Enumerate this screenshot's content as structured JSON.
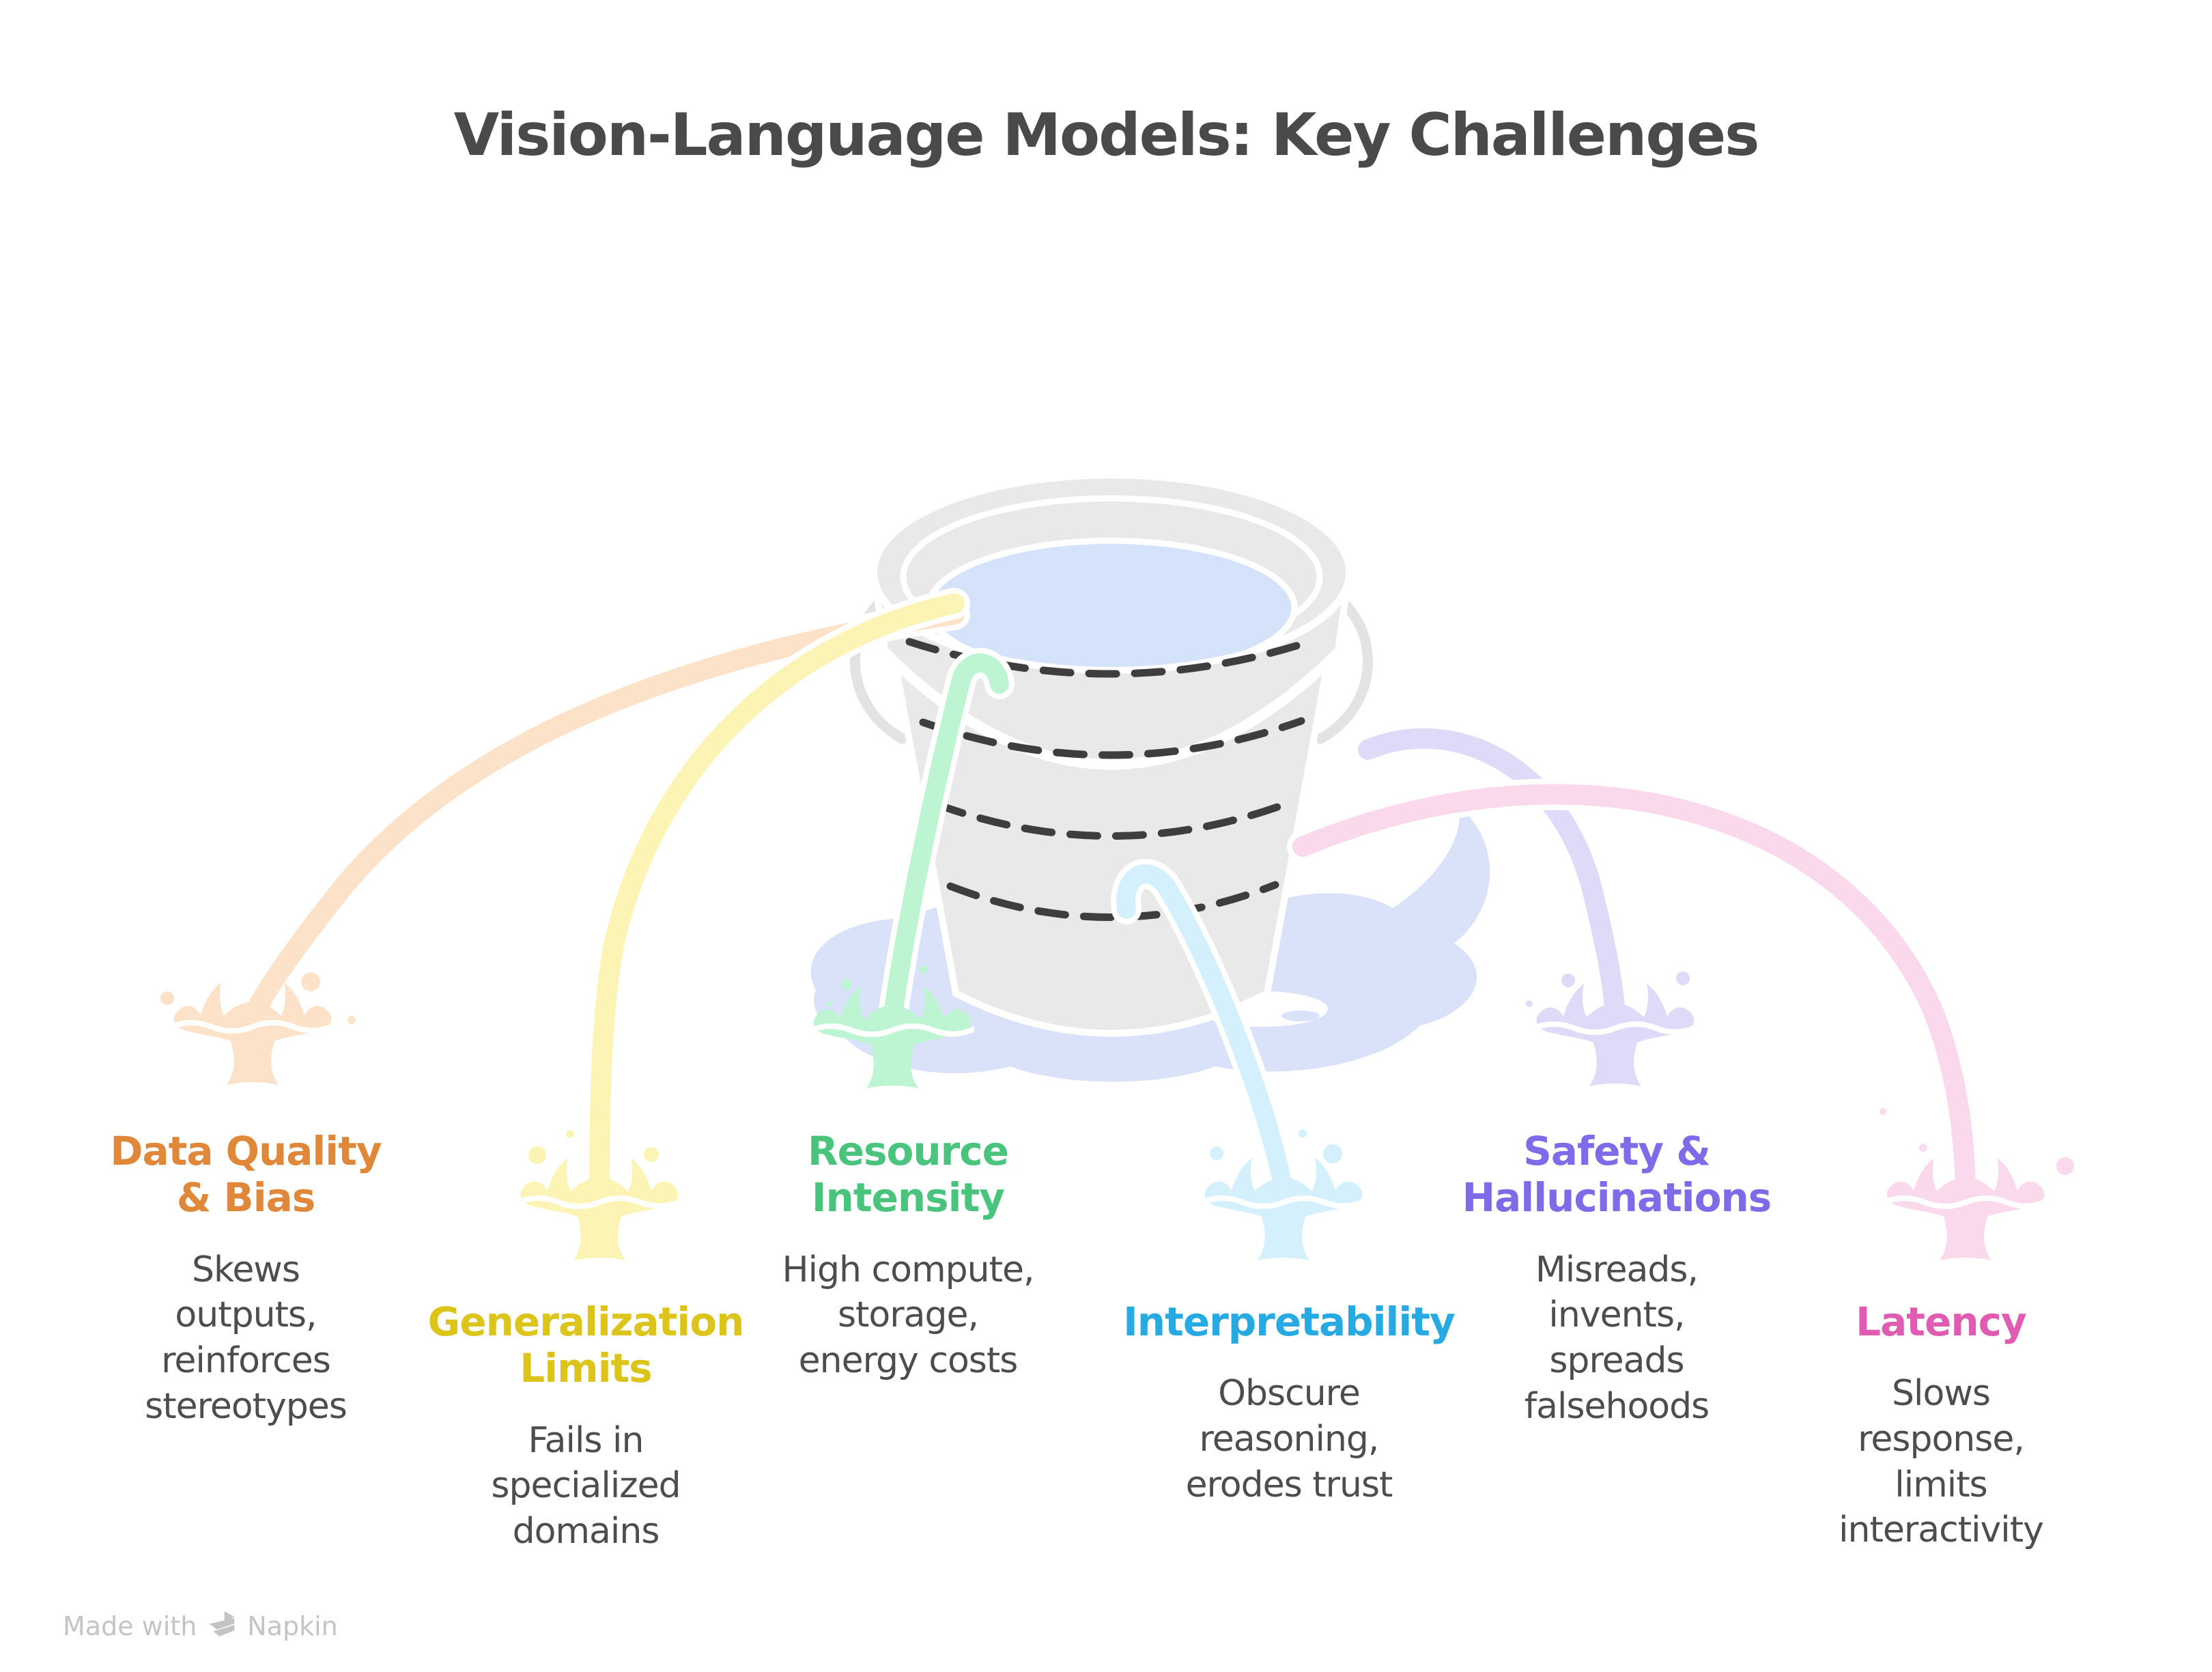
{
  "title": "Vision-Language Models: Key Challenges",
  "colors": {
    "heading": "#4A4A4A",
    "description_text": "#4D4D4D",
    "background": "#FFFFFF",
    "bucket_body": "#E9E9EA",
    "bucket_outline": "#FFFFFF",
    "bucket_handle": "#E3E3E5",
    "water_surface": "#D5E3FA",
    "puddle": "#D9E2F8",
    "leak_dashes": "#3E3E3E",
    "footer_gray": "#C4C4C4"
  },
  "items": [
    {
      "id": "data-quality-bias",
      "title": "Data Quality\n& Bias",
      "description": "Skews\noutputs,\nreinforces\nstereotypes",
      "color": "#E0883A",
      "splash_color": "#FBE2C9"
    },
    {
      "id": "generalization-limits",
      "title": "Generalization\nLimits",
      "description": "Fails in\nspecialized\ndomains",
      "color": "#DCC41A",
      "splash_color": "#FCF4B5"
    },
    {
      "id": "resource-intensity",
      "title": "Resource\nIntensity",
      "description": "High compute,\nstorage,\nenergy costs",
      "color": "#4AC47D",
      "splash_color": "#BDF5D2"
    },
    {
      "id": "interpretability",
      "title": "Interpretability",
      "description": "Obscure\nreasoning,\nerodes trust",
      "color": "#27A9E1",
      "splash_color": "#D3F0FC"
    },
    {
      "id": "safety-hallucinations",
      "title": "Safety &\nHallucinations",
      "description": "Misreads,\ninvents,\nspreads\nfalsehoods",
      "color": "#7E6BE8",
      "splash_color": "#DEDAF8"
    },
    {
      "id": "latency",
      "title": "Latency",
      "description": "Slows\nresponse,\nlimits\ninteractivity",
      "color": "#E05CB2",
      "splash_color": "#FBD9ED"
    }
  ],
  "footer": {
    "made_with": "Made with",
    "brand": "Napkin"
  }
}
